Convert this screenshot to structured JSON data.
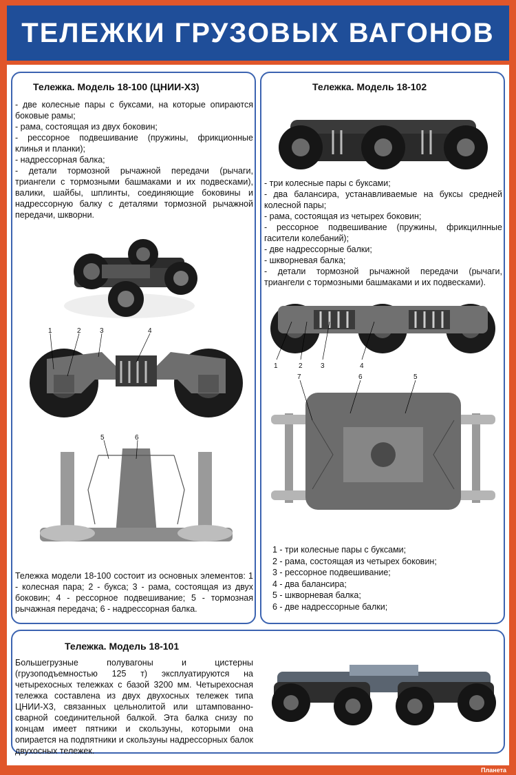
{
  "title": "ТЕЛЕЖКИ ГРУЗОВЫХ ВАГОНОВ",
  "panel1": {
    "heading": "Тележка. Модель 18-100 (ЦНИИ-Х3)",
    "intro": "- две колесные пары с буксами, на которые опираются боковые рамы;\n- рама, состоящая из двух боковин;\n- рессорное подвешивание (пружины, фрикционные клинья и планки);\n- надрессорная балка;\n- детали тормозной рычажной передачи (рычаги, триангели с тормозными башмаками и их подвесками), валики, шайбы, шплинты, соединяющие боковины и надрессорную балку с деталями тормозной рычажной передачи, шкворни.",
    "labels": [
      "1",
      "2",
      "3",
      "4",
      "5",
      "6"
    ],
    "caption": "Тележка модели 18-100 состоит из основных элементов: 1 - колесная пара; 2 - букса; 3 - рама, состоящая из двух боковин; 4 - рессорное подвешивание; 5 - тормозная рычажная передача; 6 - надрессорная балка."
  },
  "panel2": {
    "heading": "Тележка. Модель 18-102",
    "intro": "- три колесные пары с буксами;\n- два балансира, устанавливаемые на буксы средней колесной пары;\n- рама, состоящая из четырех боковин;\n- рессорное подвешивание (пружины, фрикцилнные гасители колебаний);\n- две надрессорные балки;\n- шкворневая балка;\n- детали тормозной рычажной передачи (рычаги, триангели с тормозными башмаками и их подвесками).",
    "labels": [
      "1",
      "2",
      "3",
      "4",
      "7",
      "6",
      "5"
    ],
    "legend": [
      "1 - три колесные пары с буксами;",
      "2 - рама, состоящая из четырех боковин;",
      "3 - рессорное подвешивание;",
      "4 - два балансира;",
      "5 - шкворневая балка;",
      "6 - две надрессорные балки;"
    ]
  },
  "panel3": {
    "heading": "Тележка. Модель 18-101",
    "text": "Большегрузные полувагоны и цистерны (грузоподъемностью 125 т) эксплуатируются на четырехосных тележках с базой 3200 мм. Четырехосная тележка составлена из двух двухосных тележек типа ЦНИИ-Х3, связанных цельнолитой или штампованно-сварной соединительной балкой. Эта балка снизу по концам имеет пятники и скользуны, которыми она опирается на подпятники и скользуны надрессорных балок двухосных тележек."
  },
  "logo": "Планета",
  "colors": {
    "frame": "#e0562a",
    "title_bg": "#1f4e99",
    "panel_border": "#3b63b0"
  }
}
